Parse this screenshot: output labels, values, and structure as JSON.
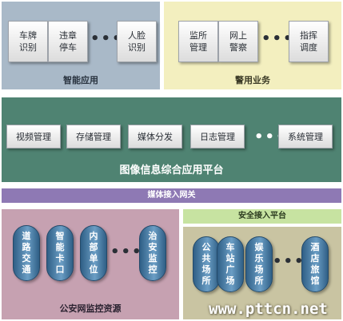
{
  "smart_apps": {
    "title": "智能应用",
    "items": [
      "车牌识别",
      "违章停车",
      "人脸识别"
    ],
    "ellipsis": "•••"
  },
  "police_services": {
    "title": "警用业务",
    "items": [
      "监所管理",
      "网上警察",
      "指挥调度"
    ],
    "ellipsis": "•••"
  },
  "platform": {
    "title": "图像信息综合应用平台",
    "modules": [
      "视频管理",
      "存储管理",
      "媒体分发",
      "日志管理",
      "系统管理"
    ],
    "ellipsis": "•••"
  },
  "gateway": {
    "label": "媒体接入网关"
  },
  "security": {
    "label": "安全接入平台"
  },
  "surveillance": {
    "title": "公安网监控资源",
    "items": [
      "道路交通",
      "智能卡口",
      "内部单位",
      "治安监控"
    ],
    "ellipsis": "•••"
  },
  "sites": {
    "items": [
      "公共场所",
      "车站广场",
      "娱乐场所",
      "酒店旅馆"
    ],
    "ellipsis": "•••"
  },
  "watermark": "www.pttcn.net",
  "colors": {
    "smart_bg": "#a9b9c8",
    "police_bg": "#f3efbf",
    "platform_bg": "#4f8372",
    "gateway_bg": "#8e79b4",
    "security_bg": "#c7e3a1",
    "surveillance_bg": "#c6a1b1",
    "sites_bg": "#c9c4a2",
    "pill_blue": "#3d6f98"
  }
}
